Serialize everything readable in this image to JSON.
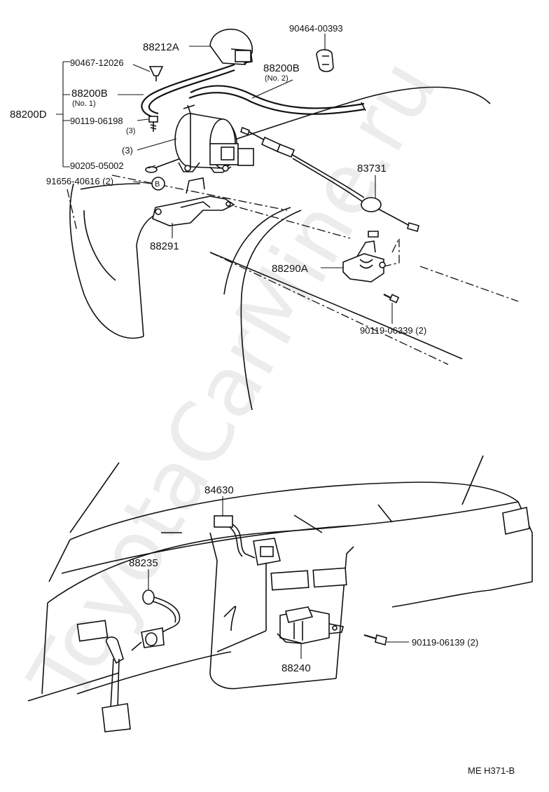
{
  "watermark": "ToyotaCarMine.ru",
  "footer": "ME  H371-B",
  "parts": {
    "p88212A": "88212A",
    "p90464": "90464-00393",
    "p90467": "90467-12026",
    "p88200B_1": "88200B",
    "p88200B_1_note": "(No. 1)",
    "p88200B_2": "88200B",
    "p88200B_2_note": "(No. 2)",
    "p88200D": "88200D",
    "p90119_06198": "90119-06198",
    "p90119_06198_qty": "(3)",
    "p3_qty": "(3)",
    "p90205": "90205-05002",
    "p91656": "91656-40616 (2)",
    "p83731": "83731",
    "p88291": "88291",
    "p88290A": "88290A",
    "p90119_06339": "90119-06339 (2)",
    "p84630": "84630",
    "p88235": "88235",
    "p88240": "88240",
    "p90119_06139": "90119-06139 (2)"
  },
  "symbols": {
    "b_marker": "B"
  }
}
